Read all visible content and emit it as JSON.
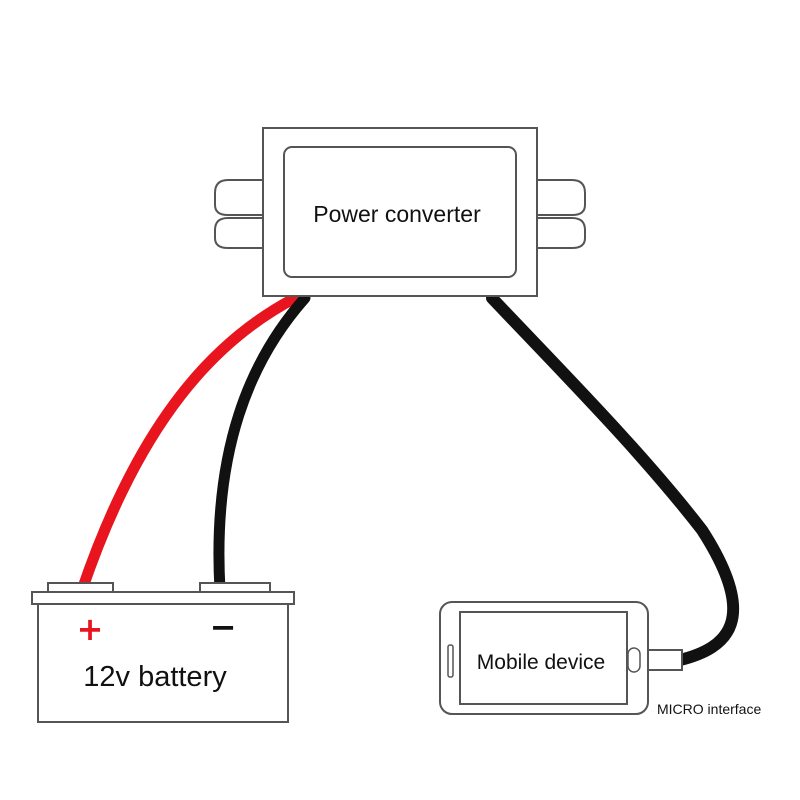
{
  "converter": {
    "label": "Power converter"
  },
  "battery": {
    "label": "12v battery",
    "positive_symbol": "+",
    "negative_symbol": "−"
  },
  "mobile": {
    "label": "Mobile device"
  },
  "connector": {
    "label": "MICRO interface"
  },
  "colors": {
    "positive_wire": "#e8141e",
    "negative_wire": "#111111",
    "outline": "#444444",
    "background": "#ffffff"
  }
}
